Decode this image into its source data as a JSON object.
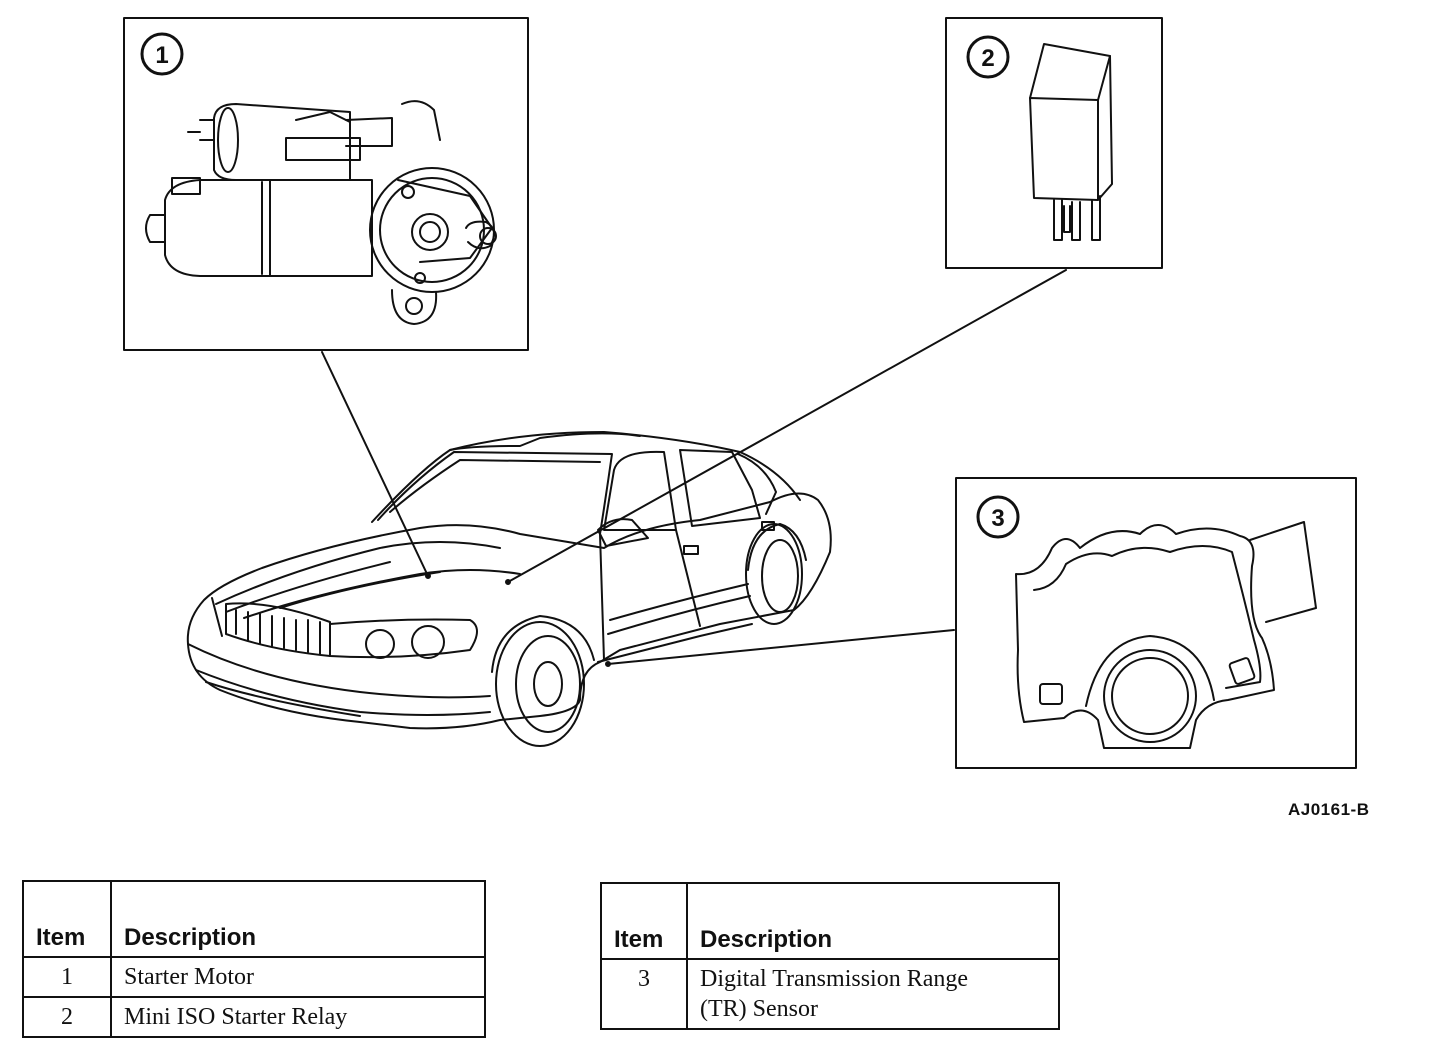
{
  "figure_code": "AJ0161-B",
  "callouts": [
    {
      "number": "1",
      "part": "starter motor"
    },
    {
      "number": "2",
      "part": "mini ISO starter relay"
    },
    {
      "number": "3",
      "part": "digital transmission range sensor"
    }
  ],
  "legend_left": {
    "header_item": "Item",
    "header_description": "Description",
    "rows": [
      {
        "item": "1",
        "description": "Starter Motor"
      },
      {
        "item": "2",
        "description": "Mini ISO Starter Relay"
      }
    ]
  },
  "legend_right": {
    "header_item": "Item",
    "header_description": "Description",
    "rows": [
      {
        "item": "3",
        "description_line1": "Digital Transmission Range",
        "description_line2": "(TR) Sensor"
      }
    ]
  },
  "icons": [
    "starter-motor-icon",
    "relay-icon",
    "tr-sensor-icon",
    "sedan-car-icon"
  ],
  "colors": {
    "ink": "#111111",
    "paper": "#ffffff"
  }
}
